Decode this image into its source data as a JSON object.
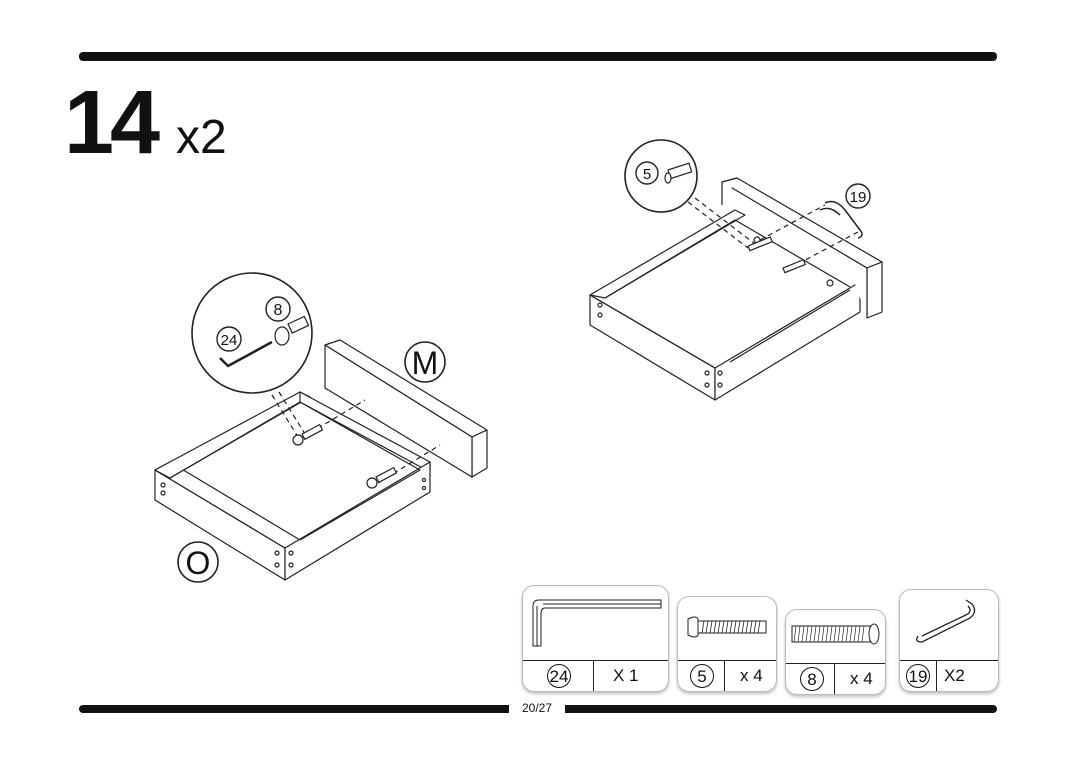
{
  "step": {
    "number": "14",
    "multiplier": "x2"
  },
  "callouts": {
    "panel_m": "M",
    "panel_o": "O",
    "part_24": "24",
    "part_8": "8",
    "part_5": "5",
    "part_19": "19"
  },
  "parts": [
    {
      "id": "24",
      "qty": "X 1"
    },
    {
      "id": "5",
      "qty": "x 4"
    },
    {
      "id": "8",
      "qty": "x 4"
    },
    {
      "id": "19",
      "qty": "X2"
    }
  ],
  "page": "20/27"
}
